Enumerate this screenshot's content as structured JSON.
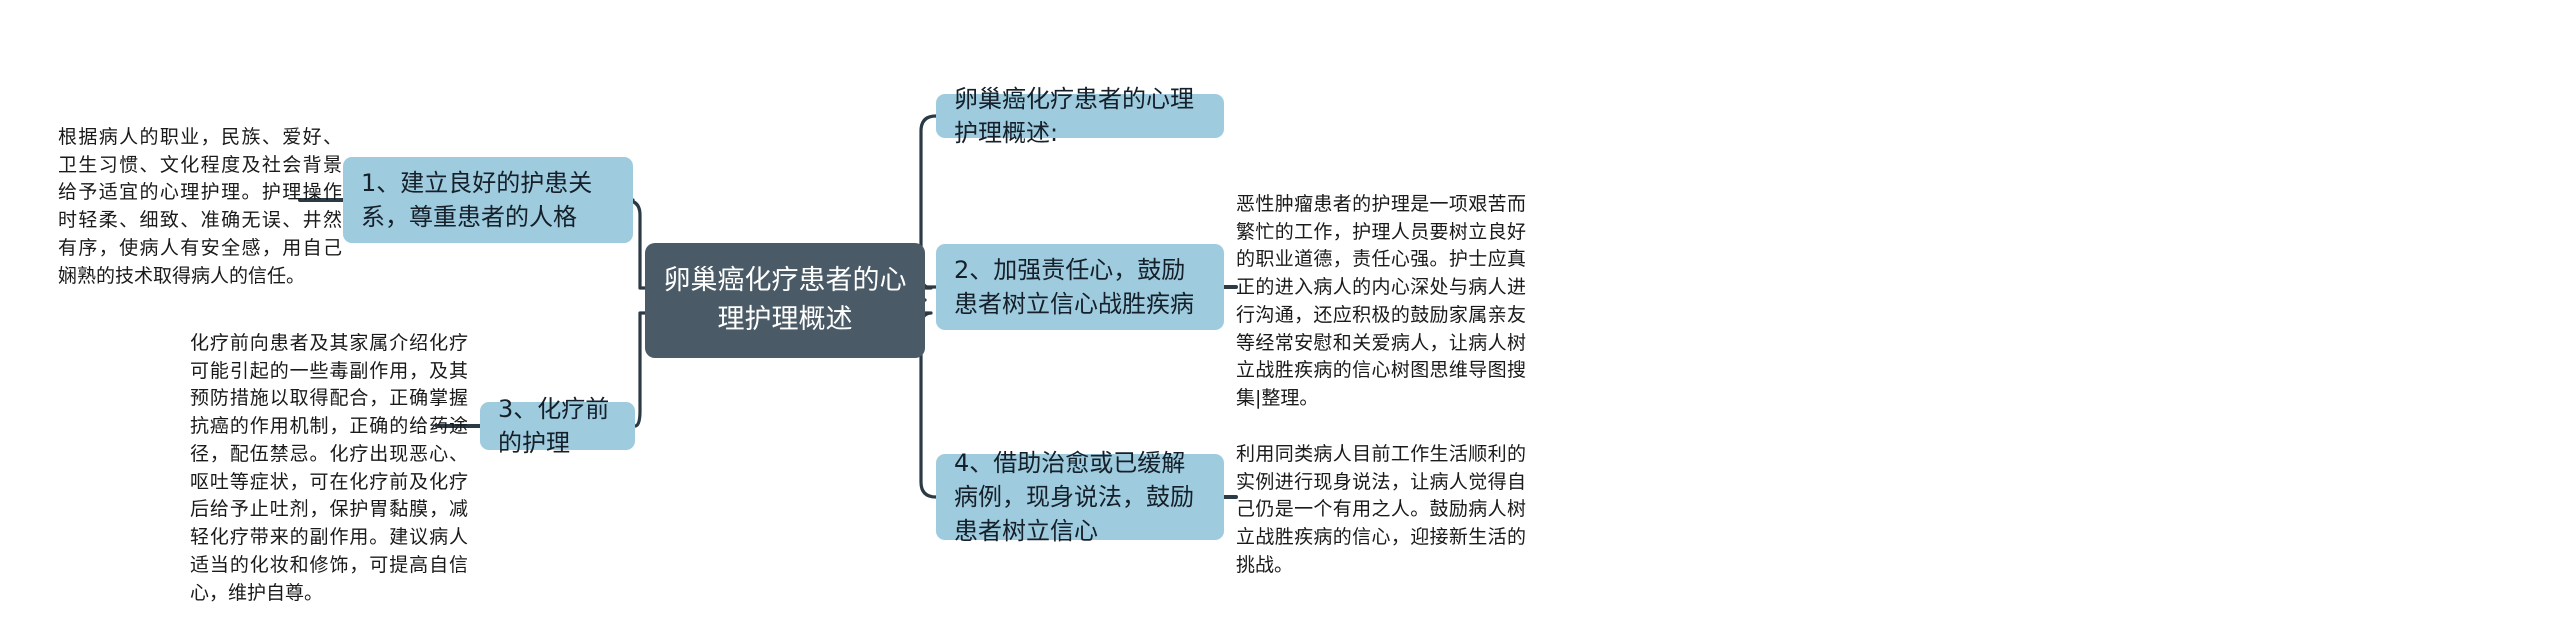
{
  "diagram": {
    "type": "mind-map",
    "title": "卵巢癌化疗患者的心理护理概述",
    "colors": {
      "root_fill": "#4a5a66",
      "root_text": "#ffffff",
      "branch_fill": "#9ecbdd",
      "branch_text": "#15202a",
      "connector": "#2b3a45",
      "note_text": "#1a1a1a",
      "background": "#ffffff"
    }
  },
  "root": {
    "label": "卵巢癌化疗患者的心理护理概述"
  },
  "left_branches": [
    {
      "id": "b1",
      "label": "1、建立良好的护患关系，尊重患者的人格",
      "note": "根据病人的职业，民族、爱好、卫生习惯、文化程度及社会背景给予适宜的心理护理。护理操作时轻柔、细致、准确无误、井然有序，使病人有安全感，用自己娴熟的技术取得病人的信任。"
    },
    {
      "id": "b3",
      "label": "3、化疗前的护理",
      "note": "化疗前向患者及其家属介绍化疗可能引起的一些毒副作用，及其预防措施以取得配合，正确掌握抗癌的作用机制，正确的给药途径，配伍禁忌。化疗出现恶心、呕吐等症状，可在化疗前及化疗后给予止吐剂，保护胃黏膜，减轻化疗带来的副作用。建议病人适当的化妆和修饰，可提高自信心，维护自尊。"
    }
  ],
  "right_branches": [
    {
      "id": "r1",
      "label": "卵巢癌化疗患者的心理护理概述:",
      "note": ""
    },
    {
      "id": "r2",
      "label": "2、加强责任心，鼓励患者树立信心战胜疾病",
      "note": "恶性肿瘤患者的护理是一项艰苦而繁忙的工作，护理人员要树立良好的职业道德，责任心强。护士应真正的进入病人的内心深处与病人进行沟通，还应积极的鼓励家属亲友等经常安慰和关爱病人，让病人树立战胜疾病的信心树图思维导图搜集|整理。"
    },
    {
      "id": "r4",
      "label": "4、借助治愈或已缓解病例，现身说法，鼓励患者树立信心",
      "note": "利用同类病人目前工作生活顺利的实例进行现身说法，让病人觉得自己仍是一个有用之人。鼓励病人树立战胜疾病的信心，迎接新生活的挑战。"
    }
  ]
}
